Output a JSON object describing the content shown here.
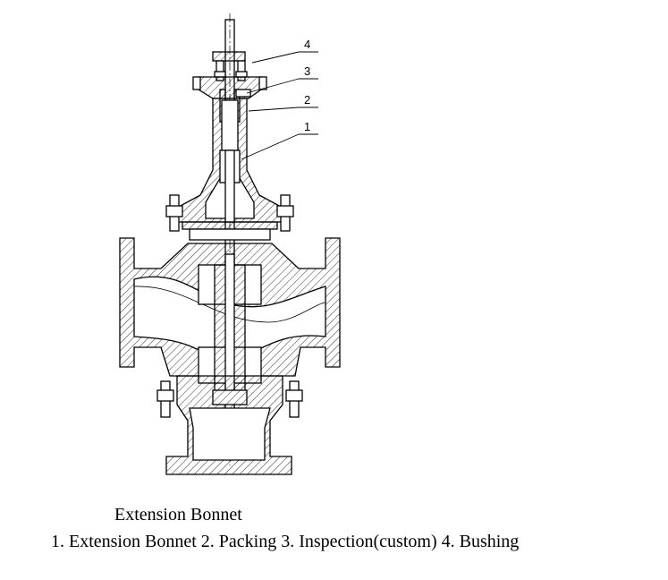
{
  "callouts": [
    {
      "number": "4"
    },
    {
      "number": "3"
    },
    {
      "number": "2"
    },
    {
      "number": "1"
    }
  ],
  "caption": {
    "title": "Extension Bonnet",
    "parts": "1.  Extension Bonnet 2. Packing 3. Inspection(custom) 4. Bushing"
  }
}
